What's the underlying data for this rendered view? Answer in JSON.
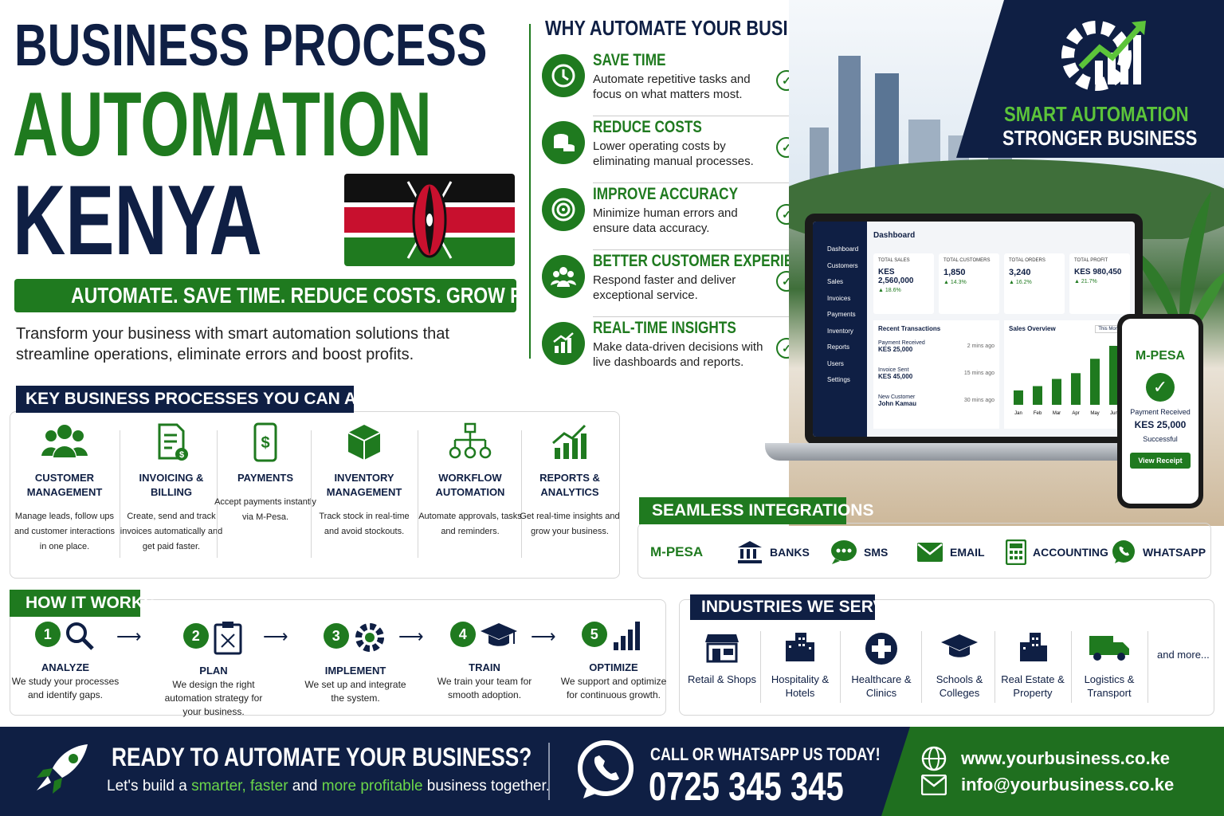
{
  "hero": {
    "line1": "BUSINESS PROCESS",
    "line2": "AUTOMATION",
    "line3": "KENYA",
    "tagline": "AUTOMATE. SAVE TIME. REDUCE COSTS. GROW FASTER.",
    "intro": "Transform your business with smart automation solutions that streamline operations, eliminate errors and boost profits."
  },
  "why": {
    "title": "WHY AUTOMATE YOUR BUSINESS?",
    "items": [
      {
        "title": "SAVE TIME",
        "desc": "Automate repetitive tasks and focus on what matters most.",
        "icon": "clock-icon"
      },
      {
        "title": "REDUCE COSTS",
        "desc": "Lower operating costs by eliminating manual processes.",
        "icon": "coins-icon"
      },
      {
        "title": "IMPROVE ACCURACY",
        "desc": "Minimize human errors and ensure data accuracy.",
        "icon": "target-icon"
      },
      {
        "title": "BETTER CUSTOMER EXPERIENCE",
        "desc": "Respond faster and deliver exceptional service.",
        "icon": "people-icon"
      },
      {
        "title": "REAL-TIME INSIGHTS",
        "desc": "Make data-driven decisions with live dashboards and reports.",
        "icon": "chart-icon"
      }
    ]
  },
  "banner": {
    "line1": "SMART AUTOMATION",
    "line2": "STRONGER BUSINESS"
  },
  "dashboard": {
    "title": "Dashboard",
    "nav": [
      "Dashboard",
      "Customers",
      "Sales",
      "Invoices",
      "Payments",
      "Inventory",
      "Reports",
      "Users",
      "Settings"
    ],
    "kpis": [
      {
        "label": "TOTAL SALES",
        "value": "KES 2,560,000",
        "change": "18.6%"
      },
      {
        "label": "TOTAL CUSTOMERS",
        "value": "1,850",
        "change": "14.3%"
      },
      {
        "label": "TOTAL ORDERS",
        "value": "3,240",
        "change": "16.2%"
      },
      {
        "label": "TOTAL PROFIT",
        "value": "KES 980,450",
        "change": "21.7%"
      }
    ],
    "recent_title": "Recent Transactions",
    "transactions": [
      {
        "title": "Payment Received",
        "value": "KES 25,000",
        "time": "2 mins ago"
      },
      {
        "title": "Invoice Sent",
        "value": "KES 45,000",
        "time": "15 mins ago"
      },
      {
        "title": "New Customer",
        "value": "John Kamau",
        "time": "30 mins ago"
      }
    ],
    "sales_title": "Sales Overview",
    "sales_period": "This Month",
    "months": [
      "Jan",
      "Feb",
      "Mar",
      "Apr",
      "May",
      "Jun"
    ],
    "sales_values": [
      20,
      26,
      36,
      44,
      64,
      82
    ]
  },
  "phone": {
    "brand": "M-PESA",
    "status": "Payment Received",
    "amount": "KES 25,000",
    "result": "Successful",
    "button": "View Receipt"
  },
  "integrations": {
    "title": "SEAMLESS INTEGRATIONS",
    "items": [
      "M-PESA",
      "BANKS",
      "SMS",
      "EMAIL",
      "ACCOUNTING",
      "WHATSAPP"
    ]
  },
  "processes": {
    "title": "KEY BUSINESS PROCESSES YOU CAN AUTOMATE",
    "items": [
      {
        "title": "CUSTOMER MANAGEMENT",
        "desc": "Manage leads, follow ups and customer interactions in one place."
      },
      {
        "title": "INVOICING & BILLING",
        "desc": "Create, send and track invoices automatically and get paid faster."
      },
      {
        "title": "PAYMENTS",
        "desc": "Accept payments instantly via M-Pesa."
      },
      {
        "title": "INVENTORY MANAGEMENT",
        "desc": "Track stock in real-time and avoid stockouts."
      },
      {
        "title": "WORKFLOW AUTOMATION",
        "desc": "Automate approvals, tasks and reminders."
      },
      {
        "title": "REPORTS & ANALYTICS",
        "desc": "Get real-time insights and grow your business."
      }
    ]
  },
  "how": {
    "title": "HOW IT WORKS",
    "steps": [
      {
        "num": "1",
        "title": "ANALYZE",
        "desc": "We study your processes and identify gaps."
      },
      {
        "num": "2",
        "title": "PLAN",
        "desc": "We design the right automation strategy for your business."
      },
      {
        "num": "3",
        "title": "IMPLEMENT",
        "desc": "We set up and integrate the system."
      },
      {
        "num": "4",
        "title": "TRAIN",
        "desc": "We train your team for smooth adoption."
      },
      {
        "num": "5",
        "title": "OPTIMIZE",
        "desc": "We support and optimize for continuous growth."
      }
    ]
  },
  "industries": {
    "title": "INDUSTRIES WE SERVE",
    "items": [
      "Retail & Shops",
      "Hospitality & Hotels",
      "Healthcare & Clinics",
      "Schools & Colleges",
      "Real Estate & Property",
      "Logistics & Transport"
    ],
    "more": "and more..."
  },
  "footer": {
    "heading": "READY TO AUTOMATE YOUR BUSINESS?",
    "sub_a": "Let's build a ",
    "sub_b": "smarter, faster",
    "sub_c": " and ",
    "sub_d": "more profitable",
    "sub_e": " business together.",
    "call": "CALL OR WHATSAPP US TODAY!",
    "phone": "0725 345 345",
    "website": "www.yourbusiness.co.ke",
    "email": "info@yourbusiness.co.ke"
  },
  "colors": {
    "navy": "#0f1f44",
    "green": "#1f7a1f",
    "kenya_red": "#c8102e"
  }
}
